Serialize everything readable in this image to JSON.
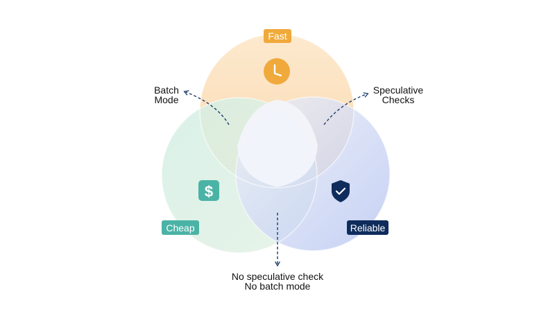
{
  "sets": [
    {
      "id": "fast",
      "label": "Fast",
      "icon": "clock-icon",
      "color": "#f7c68a",
      "badge_color": "#f0a93b"
    },
    {
      "id": "cheap",
      "label": "Cheap",
      "icon": "dollar-icon",
      "color": "#bfe3d6",
      "badge_color": "#4bb3a6"
    },
    {
      "id": "reliable",
      "label": "Reliable",
      "icon": "shield-check-icon",
      "color": "#c3cdf2",
      "badge_color": "#0f2c5c"
    }
  ],
  "annotations": {
    "batch_mode": {
      "line1": "Batch",
      "line2": "Mode"
    },
    "speculative_checks": {
      "line1": "Speculative",
      "line2": "Checks"
    },
    "bottom": {
      "line1": "No speculative check",
      "line2": "No batch mode"
    }
  },
  "arrow_color": "#1d3d6e"
}
